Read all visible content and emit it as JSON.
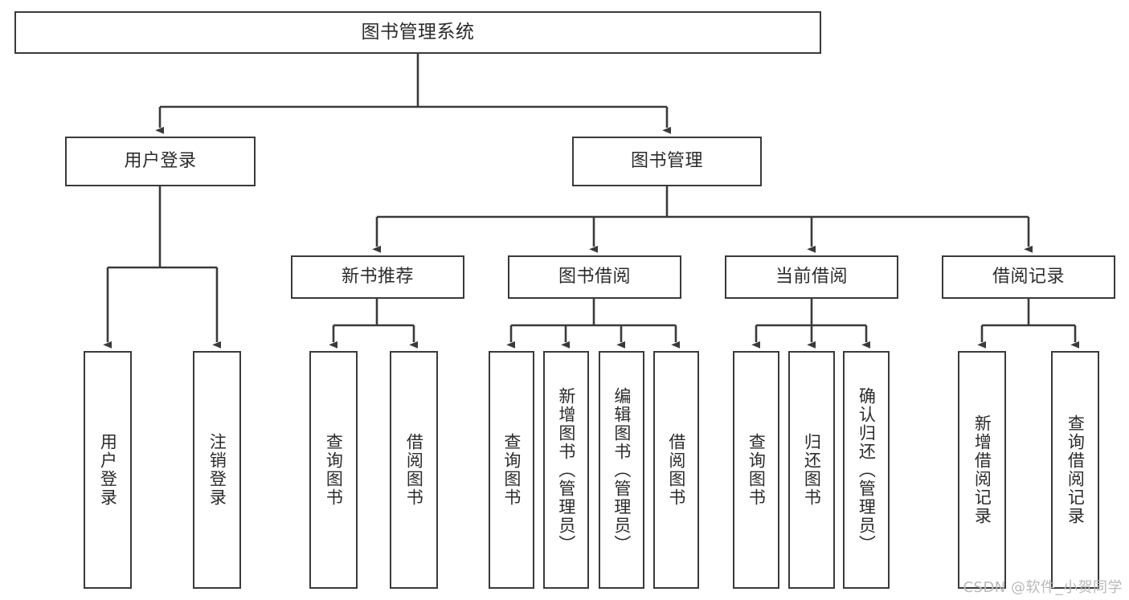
{
  "diagram": {
    "title": "图书管理系统",
    "type": "tree",
    "watermark": "CSDN @软件_小贺同学",
    "colors": {
      "box_border": "#3a3a3a",
      "box_fill": "#ffffff",
      "edge": "#3a3a3a",
      "text": "#2b2b2b",
      "watermark": "#b9b9b9",
      "background": "#ffffff"
    },
    "root": {
      "label": "图书管理系统"
    },
    "level2": [
      {
        "label": "用户登录"
      },
      {
        "label": "图书管理"
      }
    ],
    "level3": [
      {
        "label": "新书推荐"
      },
      {
        "label": "图书借阅"
      },
      {
        "label": "当前借阅"
      },
      {
        "label": "借阅记录"
      }
    ],
    "leaves": {
      "user_login": [
        {
          "label": "用户登录"
        },
        {
          "label": "注销登录"
        }
      ],
      "new_book_recommend": [
        {
          "label": "查询图书"
        },
        {
          "label": "借阅图书"
        }
      ],
      "book_borrow": [
        {
          "label": "查询图书"
        },
        {
          "label": "新增图书（管理员）"
        },
        {
          "label": "编辑图书（管理员）"
        },
        {
          "label": "借阅图书"
        }
      ],
      "current_borrow": [
        {
          "label": "查询图书"
        },
        {
          "label": "归还图书"
        },
        {
          "label": "确认归还（管理员）"
        }
      ],
      "borrow_record": [
        {
          "label": "新增借阅记录"
        },
        {
          "label": "查询借阅记录"
        }
      ]
    }
  }
}
